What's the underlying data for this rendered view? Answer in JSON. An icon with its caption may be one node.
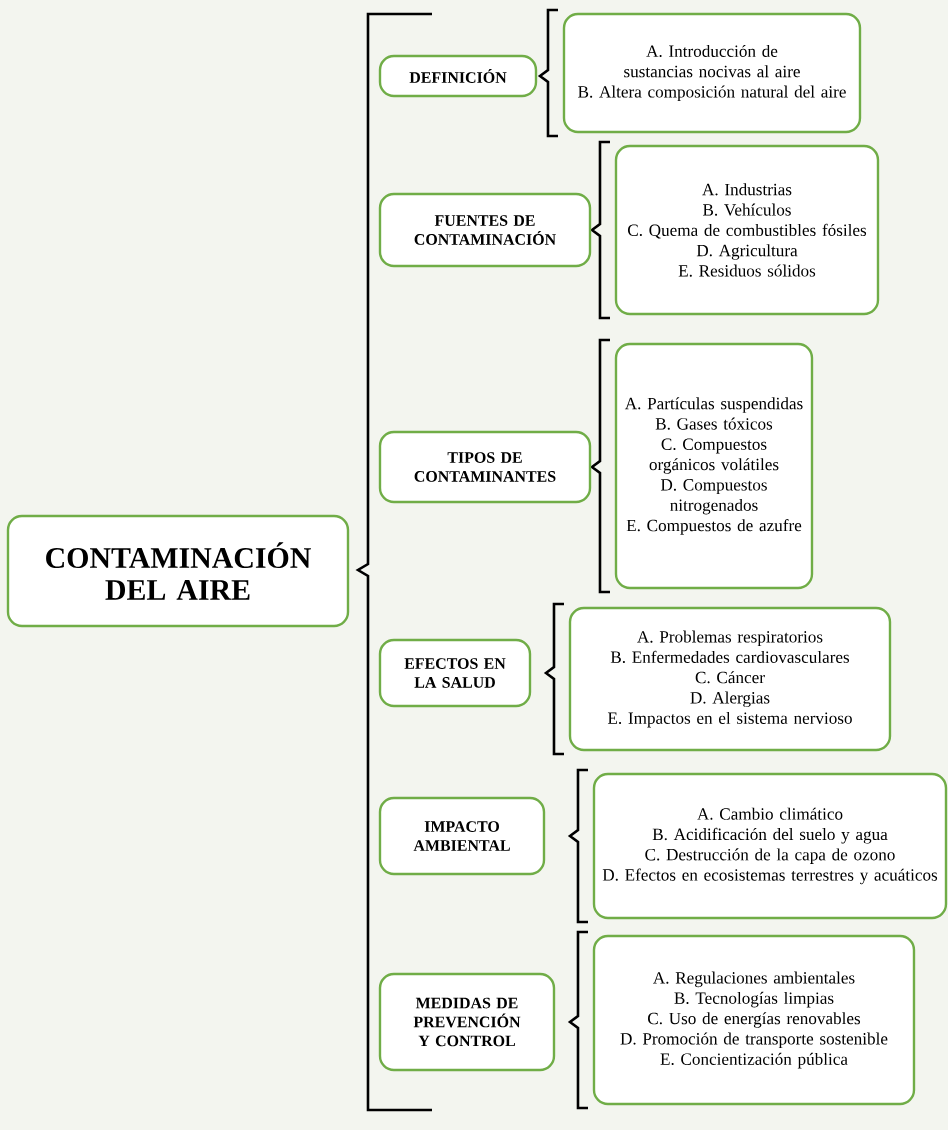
{
  "diagram": {
    "nodes": [
      {
        "text": [
          "CONTAMINACIÓN DEL AIRE"
        ]
      },
      {
        "text": [
          "DEFINICIÓN"
        ]
      },
      {
        "text": [
          "A. Introducción de sustancias nocivas al aire",
          "B. Altera composición natural del aire"
        ]
      },
      {
        "text": [
          "FUENTES DE CONTAMINACIÓN"
        ]
      },
      {
        "text": [
          "A. Industrias",
          "B. Vehículos",
          "C. Quema de combustibles fósiles",
          "D. Agricultura",
          "E. Residuos sólidos"
        ]
      },
      {
        "text": [
          "TIPOS DE CONTAMINANTES"
        ]
      },
      {
        "text": [
          "A. Partículas suspendidas",
          "B. Gases tóxicos",
          "C. Compuestos orgánicos volátiles",
          "D. Compuestos nitrogenados",
          "E. Compuestos de azufre"
        ]
      },
      {
        "text": [
          "EFECTOS EN LA SALUD"
        ]
      },
      {
        "text": [
          "A. Problemas respiratorios",
          "B. Enfermedades cardiovasculares",
          "C. Cáncer",
          "D. Alergias",
          "E. Impactos en el sistema nervioso"
        ]
      },
      {
        "text": [
          "IMPACTO AMBIENTAL"
        ]
      },
      {
        "text": [
          "A. Cambio climático",
          "B. Acidificación del suelo y agua",
          "C. Destrucción de la capa de ozono",
          "D. Efectos en ecosistemas terrestres y acuáticos"
        ]
      },
      {
        "text": [
          "MEDIDAS DE PREVENCIÓN Y CONTROL"
        ]
      },
      {
        "text": [
          "A. Regulaciones ambientales",
          "B. Tecnologías limpias",
          "C. Uso de energías renovables",
          "D. Promoción de transporte sostenible",
          "E. Concientización pública"
        ]
      }
    ]
  }
}
